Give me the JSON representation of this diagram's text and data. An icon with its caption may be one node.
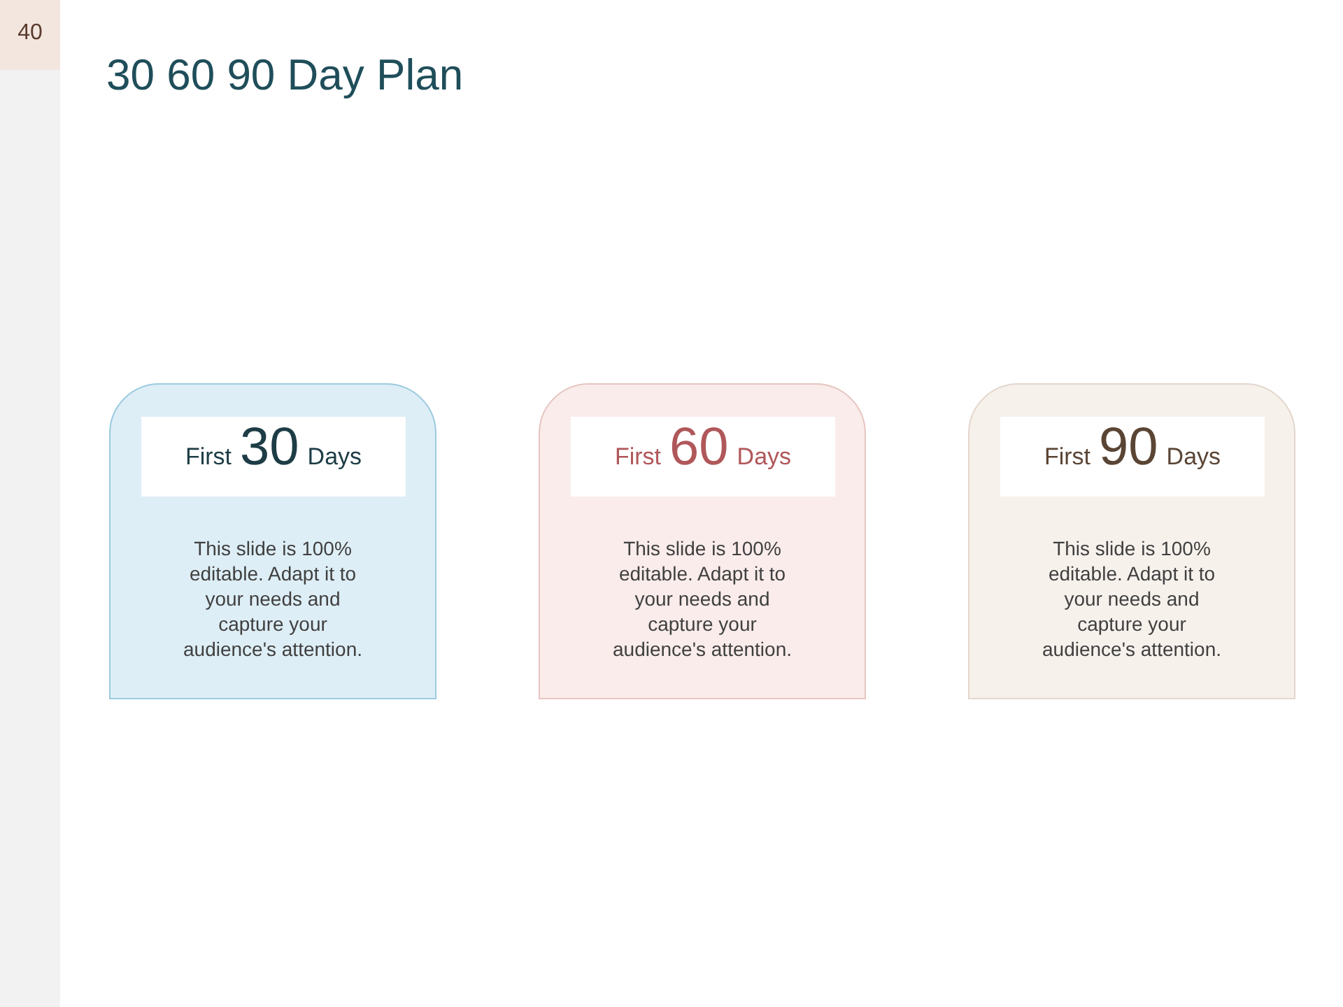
{
  "diagram": {
    "title": "30 60 90 Day Plan",
    "nodes": [
      {
        "text": [
          "This slide is 100% editable. Adapt it to your needs and capture your audience's attention."
        ]
      },
      {
        "text": [
          "First",
          "30",
          "Days"
        ],
        "in": 0
      },
      {
        "text": [
          "This slide is 100% editable. Adapt it to your needs and capture your audience's attention."
        ]
      },
      {
        "text": [
          "First",
          "60",
          "Days"
        ],
        "in": 2
      },
      {
        "text": [
          "This slide is 100% editable. Adapt it to your needs and capture your audience's attention."
        ]
      },
      {
        "text": [
          "First",
          "90",
          "Days"
        ],
        "in": 4
      }
    ],
    "labels": [
      "40"
    ]
  }
}
